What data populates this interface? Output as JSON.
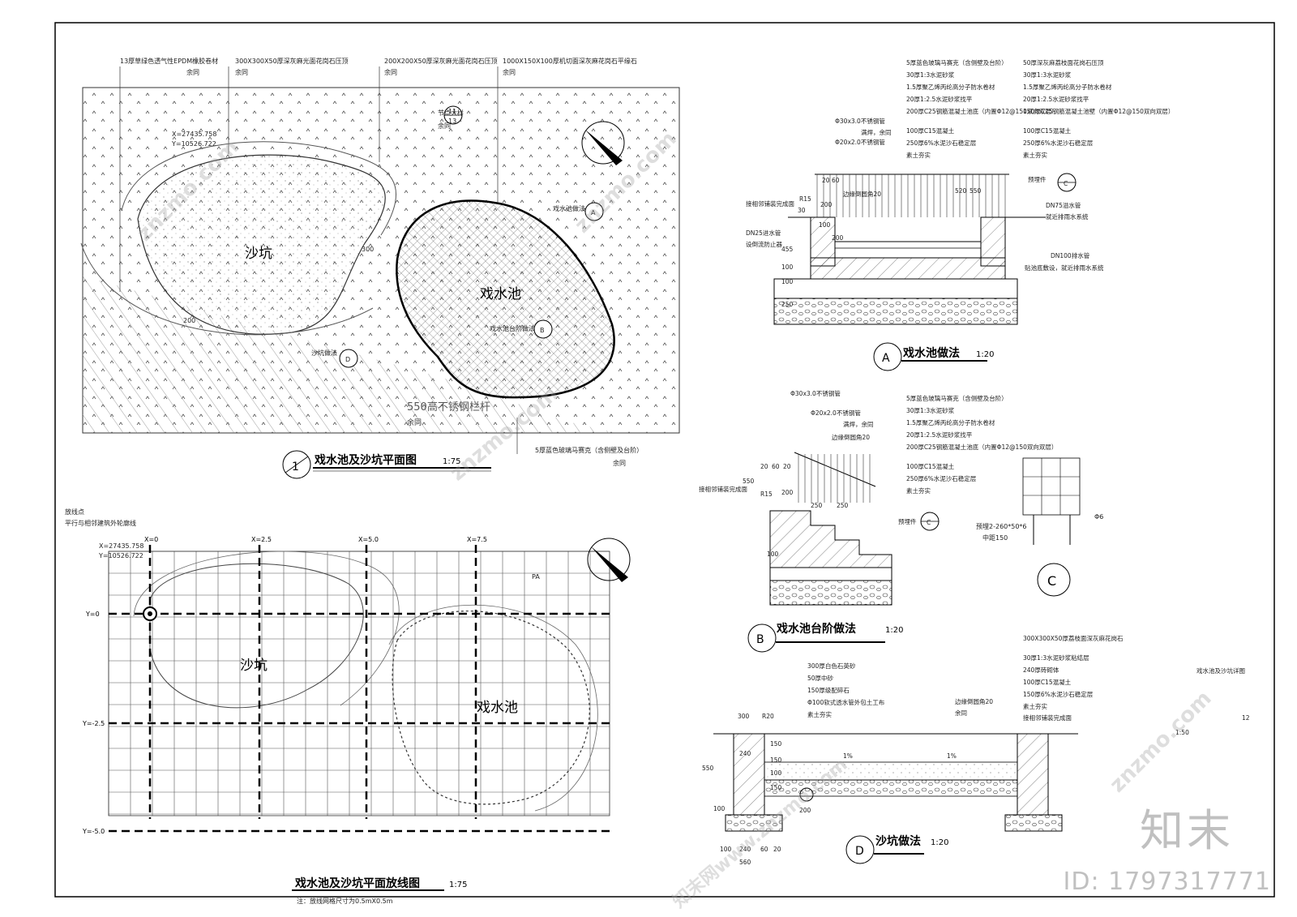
{
  "plan1": {
    "title": "戏水池及沙坑平面图",
    "scale": "1:75",
    "index": "1",
    "top_labels": [
      {
        "text": "13厚草绿色透气性EPDM橡胶卷材",
        "sub": "余同"
      },
      {
        "text": "300X300X50厚深灰麻光面花岗石压顶",
        "sub": "余同"
      },
      {
        "text": "200X200X50厚深灰麻光面花岗石压顶",
        "sub": "余同"
      },
      {
        "text": "1000X150X100厚机切面深灰麻花岗石平缘石",
        "sub": "余同"
      }
    ],
    "coord_x": "X=27435.758",
    "coord_y": "Y=10526.722",
    "sandpit": "沙坑",
    "pool": "戏水池",
    "callout_pool_method": "戏水池做法",
    "callout_pool_method_ref": "A",
    "callout_step_method": "戏水池台阶做法",
    "callout_step_ref": "B",
    "callout_sand_method": "沙坑做法",
    "callout_sand_ref": "D",
    "node_note": "节点大样",
    "node_sub": "余同",
    "node_num": "11",
    "node_den": "13",
    "dim_300": "300",
    "dim_200": "200",
    "railing": "550高不锈钢栏杆",
    "railing_sub": "余同",
    "mosaic": "5厚蓝色玻璃马赛克（含侧壁及台阶）",
    "mosaic_sub": "余同"
  },
  "plan2": {
    "title": "戏水池及沙坑平面放线图",
    "scale": "1:75",
    "note": "注：放线网格尺寸为0.5mX0.5m",
    "origin_label": "放线点",
    "origin_sub": "平行与相邻建筑外轮廓线",
    "coord_x": "X=27435.758",
    "coord_y": "Y=10526.722",
    "x_labels": [
      "X=0",
      "X=2.5",
      "X=5.0",
      "X=7.5"
    ],
    "y_labels": [
      "Y=0",
      "Y=-2.5",
      "Y=-5.0"
    ],
    "sandpit": "沙坑",
    "pool": "戏水池",
    "pa": "PA"
  },
  "detailA": {
    "title": "戏水池做法",
    "scale": "1:20",
    "ref": "A",
    "left_layers": [
      "5厚蓝色玻璃马赛克（含侧壁及台阶）",
      "30厚1:3水泥砂浆",
      "1.5厚聚乙烯丙纶高分子防水卷材",
      "20厚1:2.5水泥砂浆找平",
      "200厚C25钢筋混凝土池底（内置Φ12@150双向双层）",
      "100厚C15混凝土",
      "250厚6%水泥沙石稳定层",
      "素土夯实"
    ],
    "right_layers": [
      "50厚深灰麻荔枝面花岗石压顶",
      "30厚1:3水泥砂浆",
      "1.5厚聚乙烯丙纶高分子防水卷材",
      "20厚1:2.5水泥砂浆找平",
      "150厚C25钢筋混凝土池壁（内置Φ12@150双向双层）",
      "100厚C15混凝土",
      "250厚6%水泥沙石稳定层",
      "素土夯实"
    ],
    "pipe1": "Φ30x3.0不锈钢管",
    "pipe2": "Φ20x2.0不锈钢管",
    "weld": "满焊，余同",
    "round": "边缘倒圆角20",
    "embed": "预埋件",
    "embed_ref": "C",
    "dn75": "DN75溢水管",
    "dn75_sub": "就近排雨水系统",
    "dn25": "DN25进水管",
    "dn25_sub": "设倒流防止器",
    "dn100": "DN100排水管",
    "dn100_sub": "贴池底敷设，就近排雨水系统",
    "edge": "接相邻铺装完成面",
    "dims": [
      "60",
      "20",
      "30",
      "200",
      "100",
      "R15",
      "200",
      "455",
      "100",
      "100",
      "250",
      "520",
      "550"
    ]
  },
  "detailB": {
    "title": "戏水池台阶做法",
    "scale": "1:20",
    "ref": "B",
    "pipe1": "Φ30x3.0不锈钢管",
    "pipe2": "Φ20x2.0不锈钢管",
    "weld": "满焊，余同",
    "round": "边缘倒圆角20",
    "layers": [
      "5厚蓝色玻璃马赛克（含侧壁及台阶）",
      "30厚1:3水泥砂浆",
      "1.5厚聚乙烯丙纶高分子防水卷材",
      "20厚1:2.5水泥砂浆找平",
      "200厚C25钢筋混凝土池底（内置Φ12@150双向双层）",
      "100厚C15混凝土",
      "250厚6%水泥沙石稳定层",
      "素土夯实"
    ],
    "edge": "接相邻铺装完成面",
    "embed": "预埋件",
    "embed_ref": "C",
    "dims": [
      "20",
      "60",
      "20",
      "550",
      "R15",
      "200",
      "250",
      "250",
      "100"
    ]
  },
  "detailC": {
    "ref": "C",
    "label1": "预埋2-260*50*6",
    "label2": "中距150",
    "dia": "Φ6"
  },
  "detailD": {
    "title": "沙坑做法",
    "scale": "1:20",
    "ref": "D",
    "layers_left": [
      "300厚白色石英砂",
      "50厚中砂",
      "150厚级配碎石",
      "Φ100软式透水管外包土工布",
      "素土夯实"
    ],
    "layers_right": [
      "300X300X50厚荔枝面深灰麻花岗石",
      "30厚1:3水泥砂浆粘结层",
      "240厚砖砌体",
      "100厚C15混凝土",
      "150厚6%水泥沙石稳定层",
      "素土夯实"
    ],
    "round": "边缘倒圆角20",
    "round_sub": "余同",
    "edge": "接相邻铺装完成面",
    "slope": "1%",
    "dims": [
      "300",
      "R20",
      "240",
      "550",
      "150",
      "150",
      "100",
      "150",
      "100",
      "200",
      "100",
      "240",
      "60",
      "560",
      "20"
    ],
    "side_note": "戏水池及沙坑详图",
    "side_scale": "1:50",
    "side_num": "12"
  },
  "watermarks": {
    "site": "znzmo.com",
    "brand": "知末",
    "id": "ID: 1797317771",
    "brand_net": "知末网www.znzmo.com"
  }
}
